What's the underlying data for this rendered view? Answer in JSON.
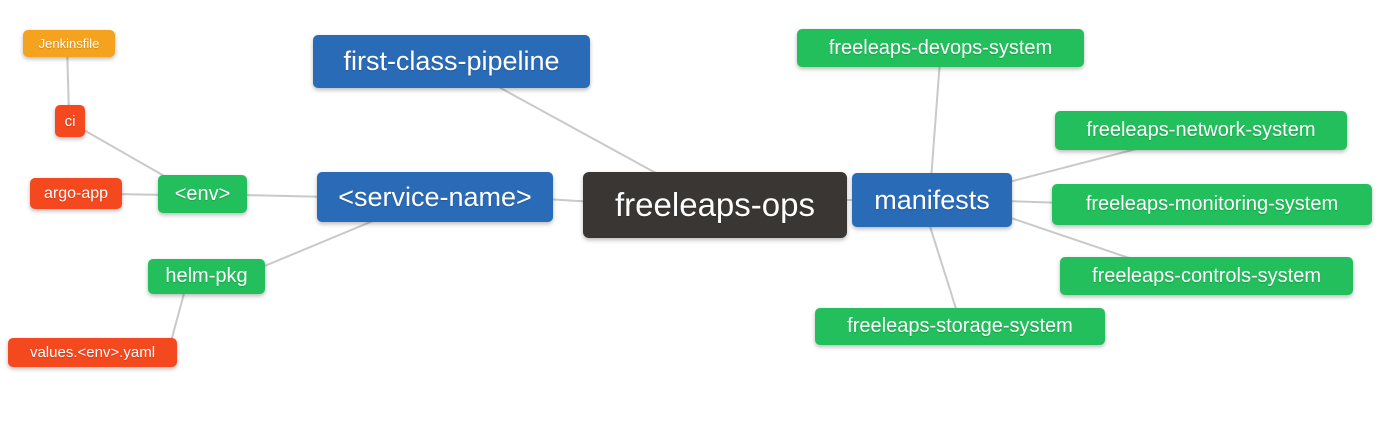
{
  "diagram": {
    "type": "mindmap",
    "root_label": "freeleaps-ops",
    "palette": {
      "blue": "#2a6bb7",
      "green": "#23bf5d",
      "red_orange": "#f4491e",
      "amber": "#f5a31e",
      "dark": "#3a3633",
      "edge_line": "#c9c9c9",
      "node_text": "#ffffff",
      "background": "#ffffff"
    },
    "nodes": [
      {
        "id": "jenkinsfile",
        "label": "Jenkinsfile",
        "color": "#f5a31e",
        "level": 4
      },
      {
        "id": "ci",
        "label": "ci",
        "color": "#f4491e",
        "level": 3
      },
      {
        "id": "argo-app",
        "label": "argo-app",
        "color": "#f4491e",
        "level": 3
      },
      {
        "id": "env",
        "label": "<env>",
        "color": "#23bf5d",
        "level": 2
      },
      {
        "id": "helm-pkg",
        "label": "helm-pkg",
        "color": "#23bf5d",
        "level": 2
      },
      {
        "id": "values-env-yaml",
        "label": "values.<env>.yaml",
        "color": "#f4491e",
        "level": 3
      },
      {
        "id": "first-class-pipeline",
        "label": "first-class-pipeline",
        "color": "#2a6bb7",
        "level": 1
      },
      {
        "id": "service-name",
        "label": "<service-name>",
        "color": "#2a6bb7",
        "level": 1
      },
      {
        "id": "freeleaps-ops",
        "label": "freeleaps-ops",
        "color": "#3a3633",
        "level": 0
      },
      {
        "id": "manifests",
        "label": "manifests",
        "color": "#2a6bb7",
        "level": 1
      },
      {
        "id": "devops-system",
        "label": "freeleaps-devops-system",
        "color": "#23bf5d",
        "level": 2
      },
      {
        "id": "network-system",
        "label": "freeleaps-network-system",
        "color": "#23bf5d",
        "level": 2
      },
      {
        "id": "monitoring-system",
        "label": "freeleaps-monitoring-system",
        "color": "#23bf5d",
        "level": 2
      },
      {
        "id": "controls-system",
        "label": "freeleaps-controls-system",
        "color": "#23bf5d",
        "level": 2
      },
      {
        "id": "storage-system",
        "label": "freeleaps-storage-system",
        "color": "#23bf5d",
        "level": 2
      }
    ],
    "edges": [
      [
        "Jenkinsfile",
        "ci"
      ],
      [
        "ci",
        "<env>"
      ],
      [
        "argo-app",
        "<env>"
      ],
      [
        "<env>",
        "<service-name>"
      ],
      [
        "helm-pkg",
        "<service-name>"
      ],
      [
        "values.<env>.yaml",
        "helm-pkg"
      ],
      [
        "first-class-pipeline",
        "freeleaps-ops"
      ],
      [
        "<service-name>",
        "freeleaps-ops"
      ],
      [
        "manifests",
        "freeleaps-ops"
      ],
      [
        "freeleaps-devops-system",
        "manifests"
      ],
      [
        "freeleaps-network-system",
        "manifests"
      ],
      [
        "freeleaps-monitoring-system",
        "manifests"
      ],
      [
        "freeleaps-controls-system",
        "manifests"
      ],
      [
        "freeleaps-storage-system",
        "manifests"
      ]
    ]
  }
}
